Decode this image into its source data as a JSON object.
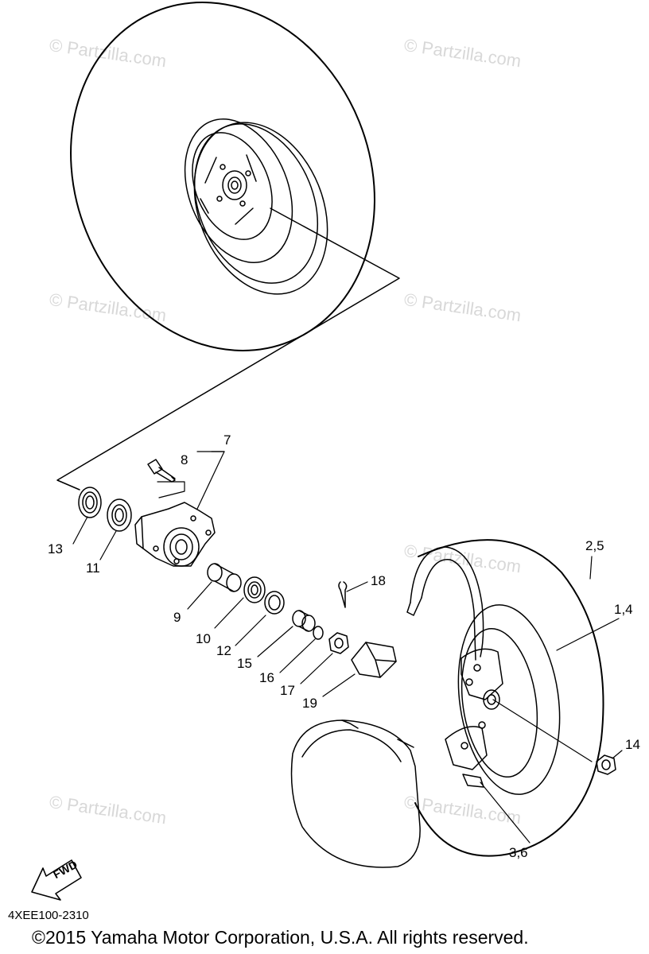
{
  "watermark": "© Partzilla.com",
  "callouts": {
    "c7": "7",
    "c8": "8",
    "c13": "13",
    "c11": "11",
    "c9": "9",
    "c10": "10",
    "c12": "12",
    "c15": "15",
    "c16": "16",
    "c17": "17",
    "c19": "19",
    "c18": "18",
    "c25": "2,5",
    "c14a": "1,4",
    "c14": "14",
    "c36": "3,6"
  },
  "fwd_label": "FWD",
  "drawing_number": "4XEE100-2310",
  "copyright": "©2015  Yamaha Motor Corporation, U.S.A. All rights reserved.",
  "colors": {
    "line": "#000000",
    "watermark": "#d8d8d8"
  },
  "icons": {
    "fwd_arrow": "fwd-arrow-icon"
  }
}
